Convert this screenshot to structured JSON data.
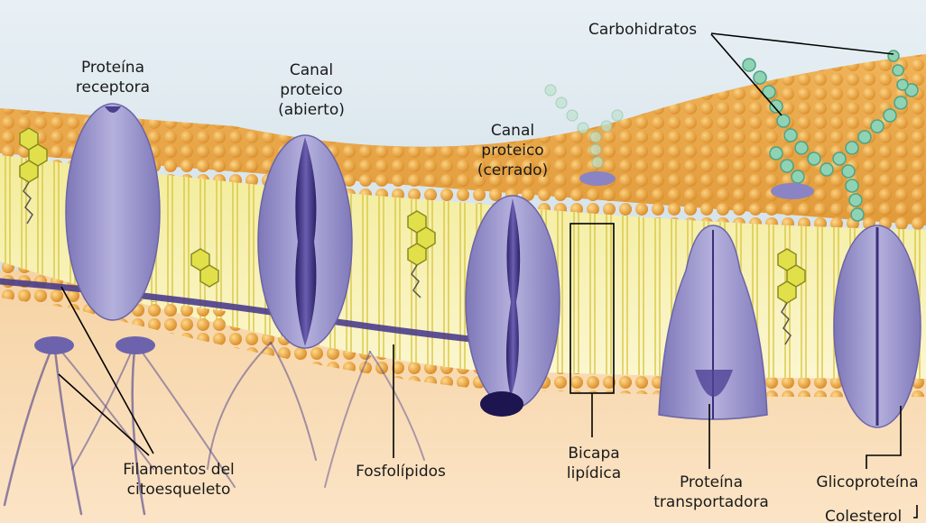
{
  "labels": {
    "proteina_receptora": [
      "Proteína",
      "receptora"
    ],
    "canal_abierto": [
      "Canal",
      "proteico",
      "(abierto)"
    ],
    "canal_cerrado": [
      "Canal",
      "proteico",
      "(cerrado)"
    ],
    "carbohidratos": "Carbohidratos",
    "filamentos": [
      "Filamentos del",
      "citoesqueleto"
    ],
    "fosfolipidos": "Fosfolípidos",
    "bicapa": [
      "Bicapa",
      "lipídica"
    ],
    "transportadora": [
      "Proteína",
      "transportadora"
    ],
    "glicoproteina": "Glicoproteína",
    "colesterol": "Colesterol"
  },
  "colors": {
    "sky": "#c9dbe6",
    "cytoplasm": "#f0c795",
    "phosphate_head": "#e8a33d",
    "lipid_tail": "#e6dc6a",
    "protein": "#9a95c8",
    "protein_dark": "#3b2f7a",
    "carbohydrate": "#8fd3b4",
    "cholesterol": "#e2e04a",
    "filament": "#4a3d8c"
  }
}
